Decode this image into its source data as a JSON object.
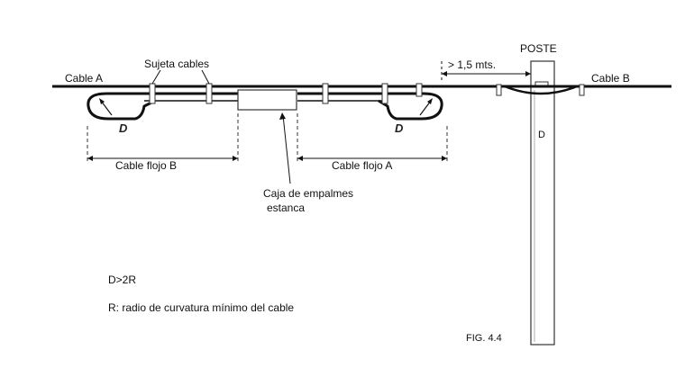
{
  "labels": {
    "cable_a": "Cable A",
    "cable_b": "Cable B",
    "sujeta_cables": "Sujeta cables",
    "poste": "POSTE",
    "distance": "> 1,5 mts.",
    "cable_flojo_b": "Cable flojo B",
    "cable_flojo_a": "Cable flojo A",
    "caja_line1": "Caja de empalmes",
    "caja_line2": "estanca",
    "d_left": "D",
    "d_right": "D",
    "d_pole": "D",
    "formula": "D>2R",
    "legend_r": "R: radio de curvatura mínimo del cable",
    "fig": "FIG. 4.4"
  }
}
